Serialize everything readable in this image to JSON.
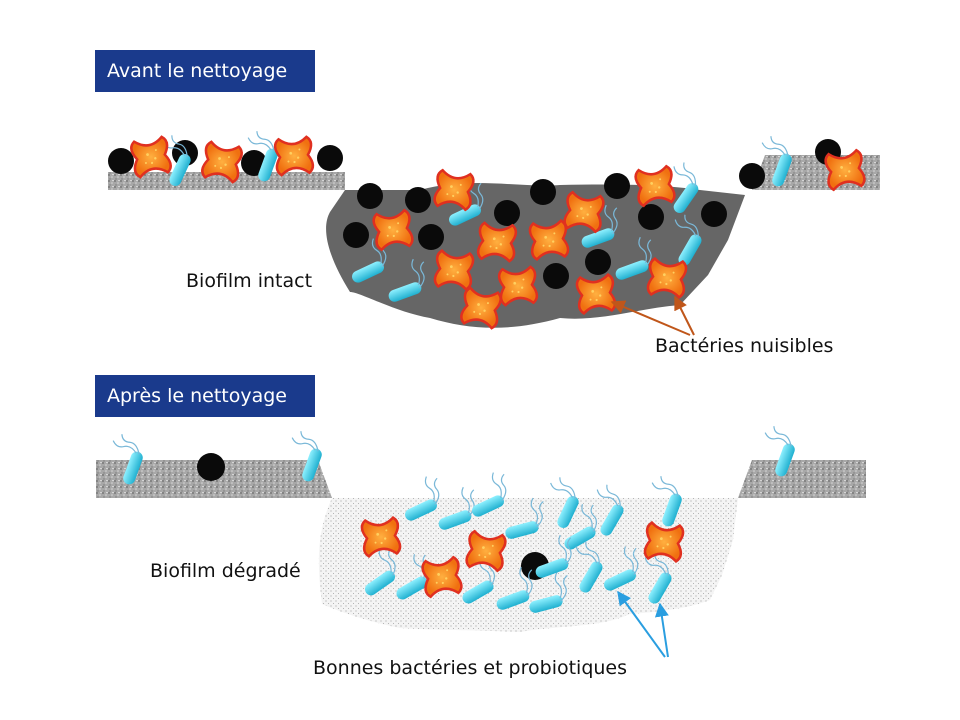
{
  "sections": {
    "before": {
      "title": "Avant le nettoyage"
    },
    "after": {
      "title": "Après le nettoyage"
    }
  },
  "labels": {
    "biofilm_intact": "Biofilm intact",
    "harmful_bacteria": "Bactéries nuisibles",
    "biofilm_degraded": "Biofilm dégradé",
    "good_bacteria": "Bonnes bactéries et probiotiques"
  },
  "colors": {
    "header_bg": "#1a3a8c",
    "biofilm_intact": "#666666",
    "biofilm_degraded": "#f2f2f2",
    "surface": "#a8a8a8",
    "harmful_bacteria": "#f07a1a",
    "harmful_outline": "#e03020",
    "good_bacteria": "#3cc8e0",
    "particle": "#0a0a0a",
    "arrow_harmful": "#c0561a",
    "arrow_good": "#2a9ee0"
  },
  "icons": [
    "harmful-bacterium-icon",
    "good-bacterium-icon",
    "black-particle-icon"
  ]
}
